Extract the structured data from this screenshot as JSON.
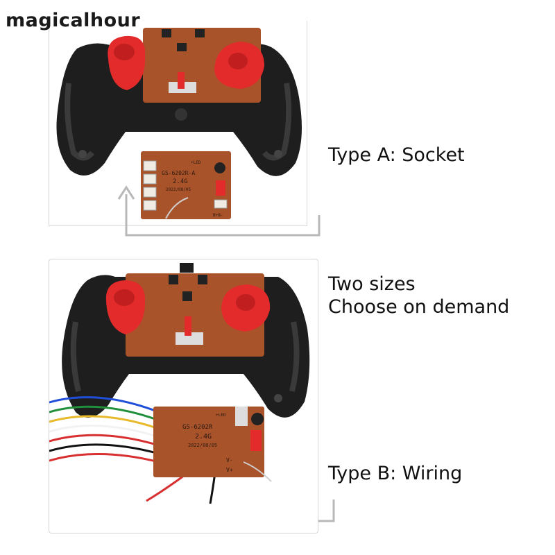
{
  "watermark": "magicalhour",
  "type_a": {
    "caption": "Type A: Socket",
    "board": {
      "model": "GS-6202R-A",
      "freq": "2.4G",
      "date": "2022/08/05",
      "led_label": "+LED",
      "power_label": "B+B-"
    }
  },
  "type_b": {
    "caption_line1": "Two sizes",
    "caption_line2": "Choose on demand",
    "caption": "Type B: Wiring",
    "board": {
      "model": "GS-6202R",
      "freq": "2.4G",
      "date": "2022/08/05",
      "led_label": "+LED",
      "v_plus": "V+",
      "v_minus": "V-"
    },
    "wire_colors": [
      "#1f4fd8",
      "#1f8f3a",
      "#e8b92a",
      "#f2f2f2",
      "#d83030",
      "#111111",
      "#d83030"
    ]
  },
  "colors": {
    "controller": "#1e1e1e",
    "pcb": "#a9532b",
    "joystick": "#e32b2b",
    "arrow": "#b8b8b8"
  }
}
